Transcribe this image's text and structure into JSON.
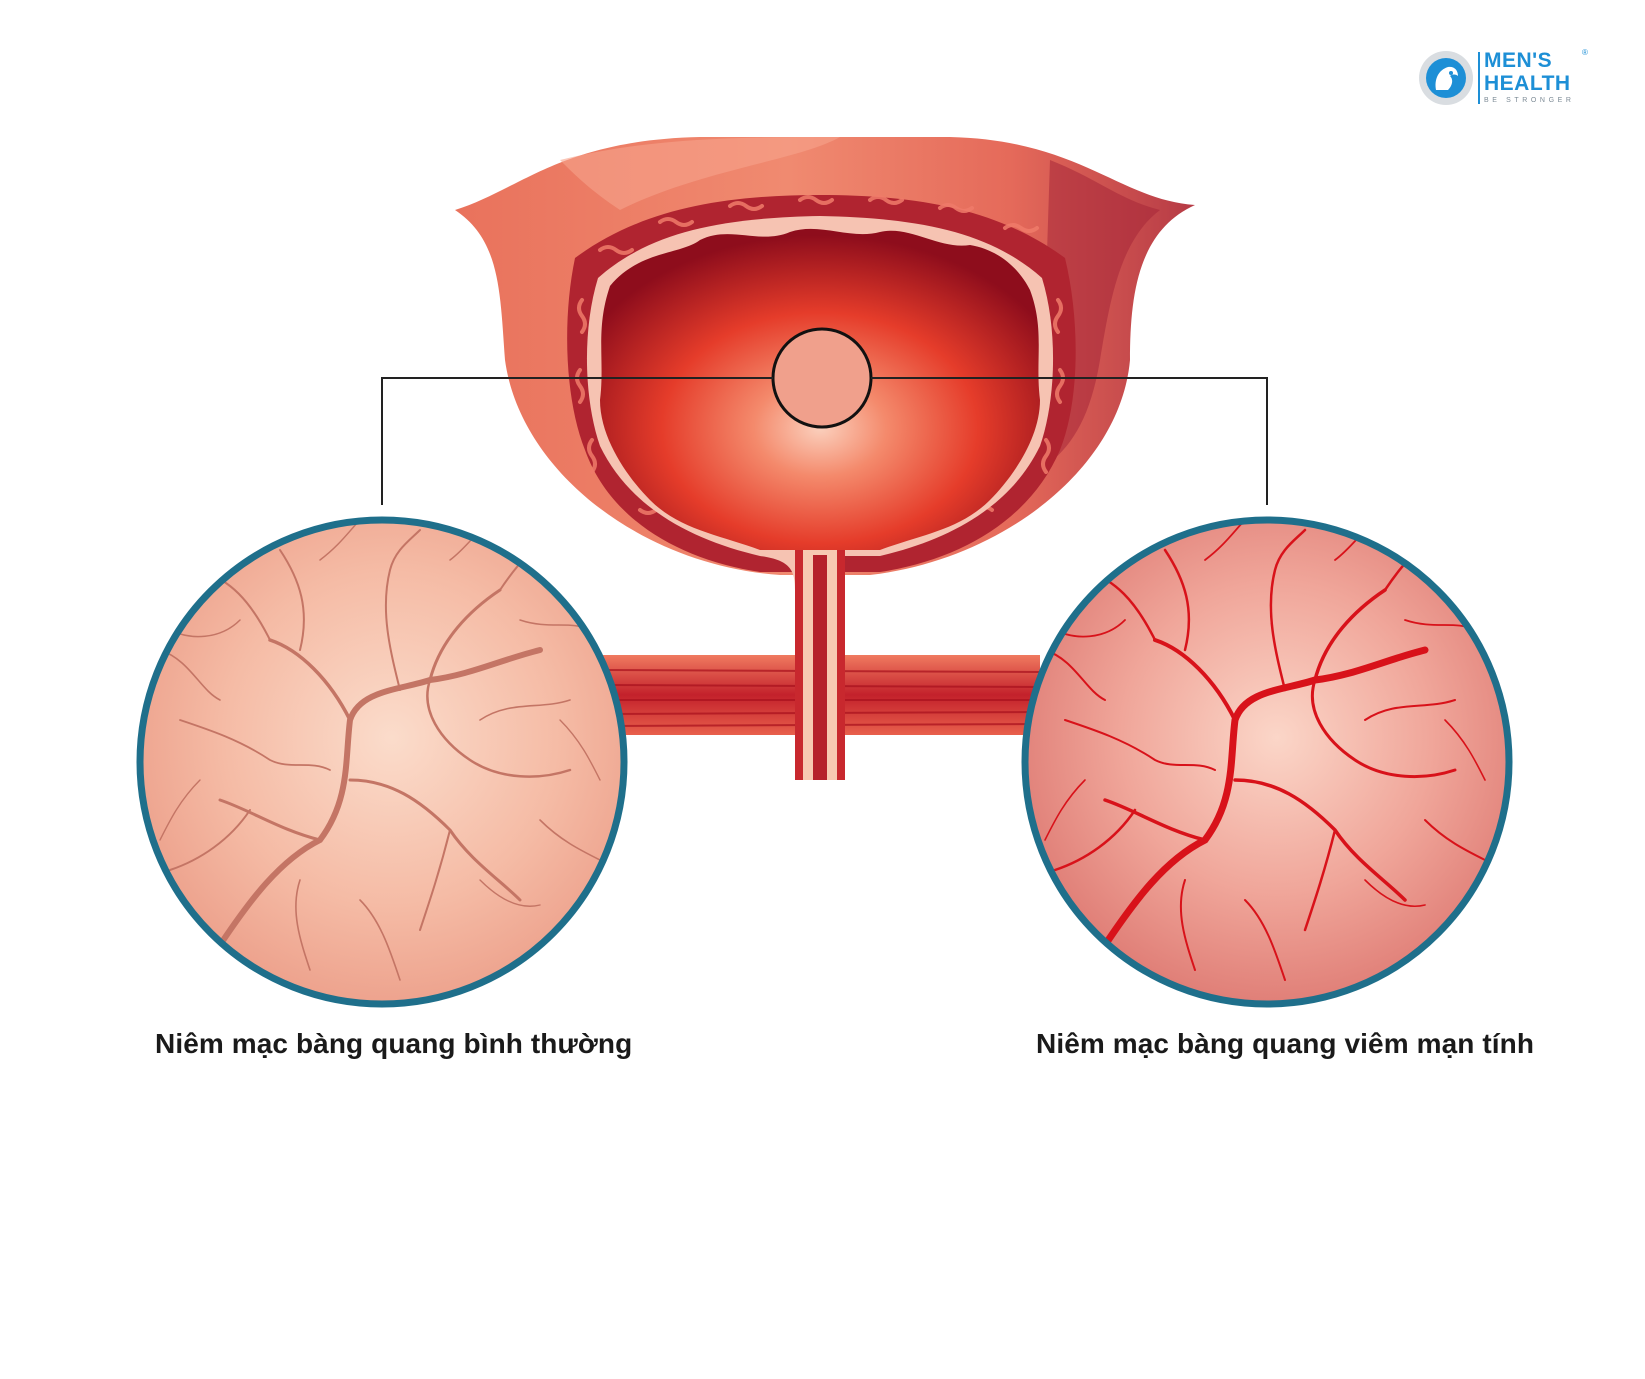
{
  "captions": {
    "normal": "Niêm mạc bàng quang bình thường",
    "chronic": "Niêm mạc bàng quang viêm mạn tính"
  },
  "logo": {
    "line1": "MEN'S",
    "line2": "HEALTH",
    "tagline": "BE STRONGER",
    "registered": "®"
  },
  "colors": {
    "bladder_outer": "#e8735f",
    "bladder_inner": "#c8282e",
    "rim_blue": "#1f6f8b",
    "normal_tissue": "#f3b7a2",
    "normal_vessel": "#c06a5a",
    "chronic_tissue": "#ec9d92",
    "chronic_vessel": "#d8121a",
    "logo_blue": "#1d8fd6"
  },
  "icons": {
    "logo": "athlete-head-icon"
  }
}
